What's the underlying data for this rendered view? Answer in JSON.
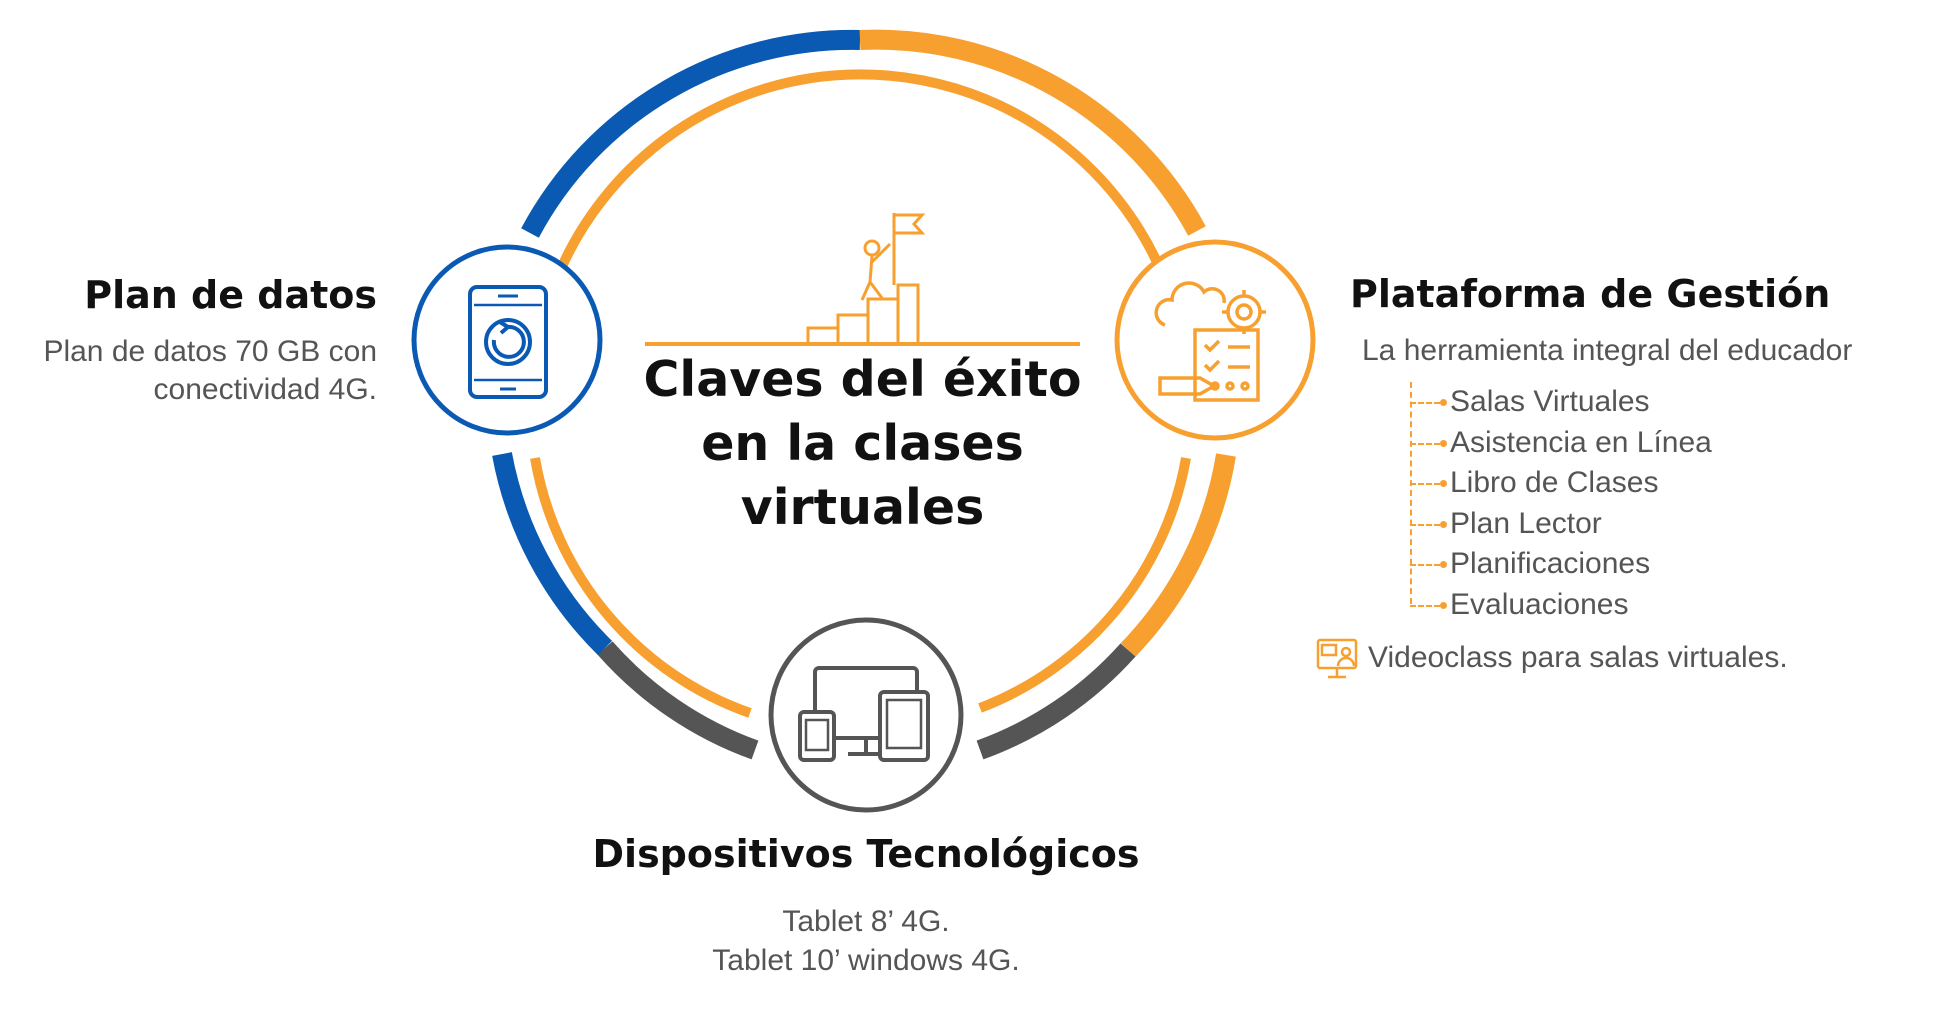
{
  "center": {
    "title_lines": [
      "Claves del éxito",
      "en la clases",
      "virtuales"
    ],
    "icon": "climber-flag-icon"
  },
  "plan_datos": {
    "title": "Plan de datos",
    "desc_lines": [
      "Plan de datos 70 GB con",
      "conectividad 4G."
    ],
    "icon": "phone-refresh-icon"
  },
  "plataforma": {
    "title": "Plataforma de Gestión",
    "subtitle": "La herramienta integral del educador",
    "items": [
      "Salas Virtuales",
      "Asistencia en Línea",
      "Libro de Clases",
      "Plan Lector",
      "Planificaciones",
      "Evaluaciones"
    ],
    "video_text": "Videoclass para salas virtuales.",
    "icon": "management-platform-icon",
    "video_icon": "videoconference-icon"
  },
  "dispositivos": {
    "title": "Dispositivos Tecnológicos",
    "desc_lines": [
      "Tablet 8’ 4G.",
      "Tablet 10’ windows 4G."
    ],
    "icon": "devices-icon"
  },
  "colors": {
    "blue": "#0a5ab4",
    "orange": "#f7a030",
    "gray": "#555555",
    "text_dark": "#111111",
    "text_light": "#555555"
  }
}
